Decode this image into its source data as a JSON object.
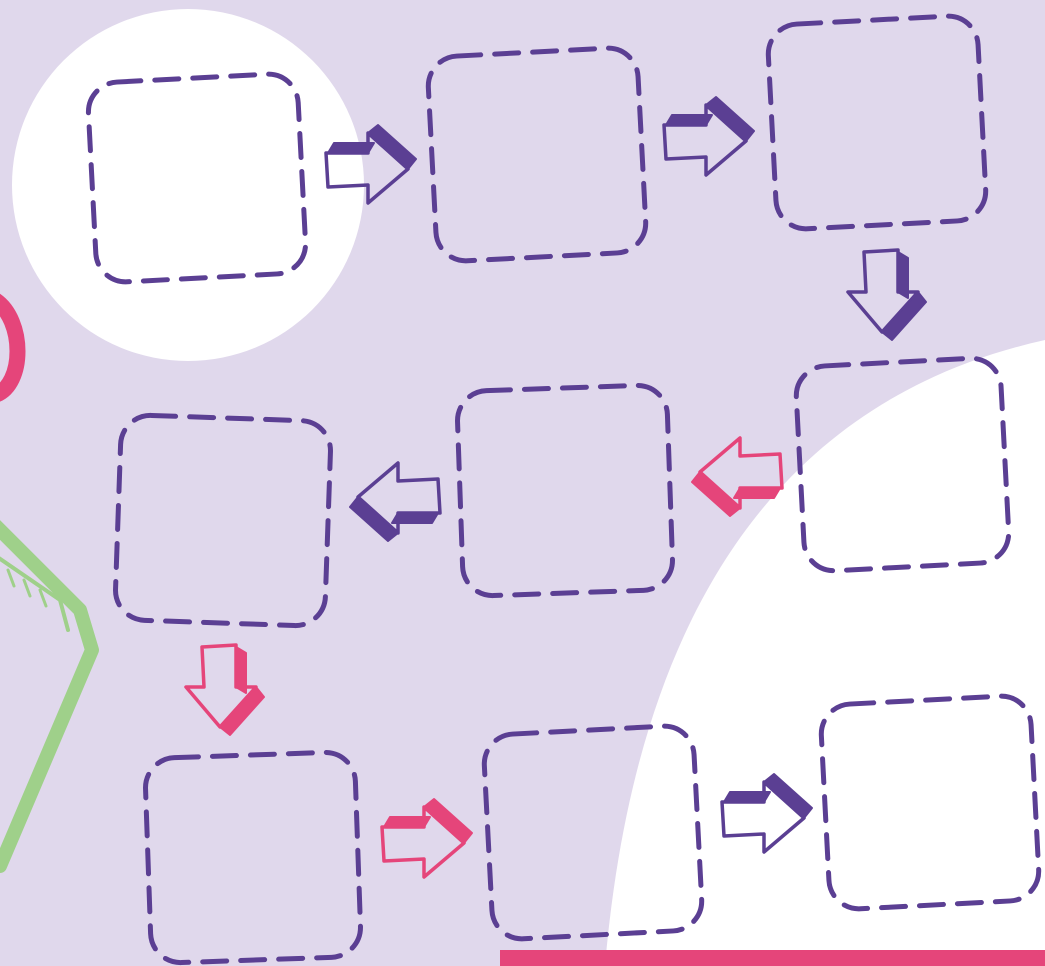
{
  "colors": {
    "background": "#e0d8ec",
    "white_shape": "#ffffff",
    "box_outline": "#5b3f93",
    "arrow_purple": "#5b3f93",
    "arrow_pink": "#e5457a",
    "green_decor": "#9fd08a",
    "pink_bar": "#e5457a"
  },
  "diagram": {
    "boxes": [
      {
        "id": "box-1",
        "label": ""
      },
      {
        "id": "box-2",
        "label": ""
      },
      {
        "id": "box-3",
        "label": ""
      },
      {
        "id": "box-4",
        "label": ""
      },
      {
        "id": "box-5",
        "label": ""
      },
      {
        "id": "box-6",
        "label": ""
      },
      {
        "id": "box-7",
        "label": ""
      },
      {
        "id": "box-8",
        "label": ""
      },
      {
        "id": "box-9",
        "label": ""
      }
    ],
    "arrows": [
      {
        "from": "box-1",
        "to": "box-2",
        "direction": "right",
        "color": "purple"
      },
      {
        "from": "box-2",
        "to": "box-3",
        "direction": "right",
        "color": "purple"
      },
      {
        "from": "box-3",
        "to": "box-4",
        "direction": "down",
        "color": "purple"
      },
      {
        "from": "box-4",
        "to": "box-5",
        "direction": "left",
        "color": "pink"
      },
      {
        "from": "box-5",
        "to": "box-6",
        "direction": "left",
        "color": "purple"
      },
      {
        "from": "box-6",
        "to": "box-7",
        "direction": "down",
        "color": "pink"
      },
      {
        "from": "box-7",
        "to": "box-8",
        "direction": "right",
        "color": "pink"
      },
      {
        "from": "box-8",
        "to": "box-9",
        "direction": "right",
        "color": "purple"
      }
    ]
  }
}
